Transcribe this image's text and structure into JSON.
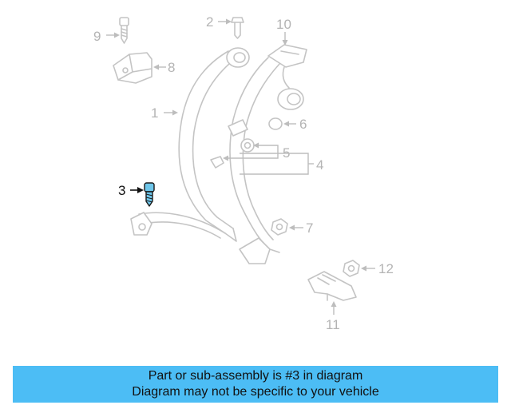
{
  "diagram": {
    "callouts": [
      {
        "id": "1",
        "label": "1"
      },
      {
        "id": "2",
        "label": "2"
      },
      {
        "id": "3",
        "label": "3"
      },
      {
        "id": "4",
        "label": "4"
      },
      {
        "id": "5",
        "label": "5"
      },
      {
        "id": "6",
        "label": "6"
      },
      {
        "id": "7",
        "label": "7"
      },
      {
        "id": "8",
        "label": "8"
      },
      {
        "id": "9",
        "label": "9"
      },
      {
        "id": "10",
        "label": "10"
      },
      {
        "id": "11",
        "label": "11"
      },
      {
        "id": "12",
        "label": "12"
      }
    ],
    "highlighted_part": "3",
    "colors": {
      "highlight_part": "#6ec6ea",
      "active_text": "#111111",
      "inactive": "#b4b4b4"
    }
  },
  "banner": {
    "line1": "Part or sub-assembly is #3 in diagram",
    "line2": "Diagram may not be specific to your vehicle",
    "background": "#4cbdf5"
  }
}
